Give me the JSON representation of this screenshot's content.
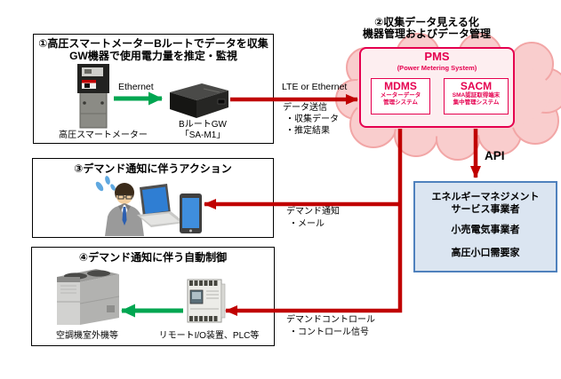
{
  "palette": {
    "arrow_red": "#c00000",
    "crimson": "#e5004f",
    "green": "#00a651",
    "blue_border": "#4f81bd",
    "blue_fill": "#dbe5f1",
    "cloud_fill": "#f9cdcd",
    "cloud_stroke": "#f2a6a6"
  },
  "section1": {
    "title1": "①高圧スマートメーターBルートでデータを収集",
    "title2": "GW機器で使用電力量を推定・監視",
    "ethernet": "Ethernet",
    "meter_label": "高圧スマートメーター",
    "gw_label1": "BルートGW",
    "gw_label2": "「SA-M1」"
  },
  "section2": {
    "header1": "②収集データ見える化",
    "header2": "機器管理およびデータ管理",
    "pms": "PMS",
    "pms_sub": "(Power Metering System)",
    "mdms": "MDMS",
    "mdms_sub1": "メーターデータ",
    "mdms_sub2": "管理システム",
    "sacm": "SACM",
    "sacm_sub1": "SMA認証取得端末",
    "sacm_sub2": "集中管理システム"
  },
  "links": {
    "lte": "LTE or Ethernet",
    "send1": "データ送信",
    "send2": "・収集データ",
    "send3": "・推定結果",
    "api": "API",
    "notice1": "デマンド通知",
    "notice2": "・メール",
    "control1": "デマンドコントロール",
    "control2": "・コントロール信号"
  },
  "providers": {
    "lines": [
      "エネルギーマネジメント",
      "サービス事業者",
      "小売電気事業者",
      "高圧小口需要家"
    ]
  },
  "section3": {
    "title": "③デマンド通知に伴うアクション"
  },
  "section4": {
    "title": "④デマンド通知に伴う自動制御",
    "ac_label": "空調機室外機等",
    "io_label": "リモートI/O装置、PLC等"
  }
}
